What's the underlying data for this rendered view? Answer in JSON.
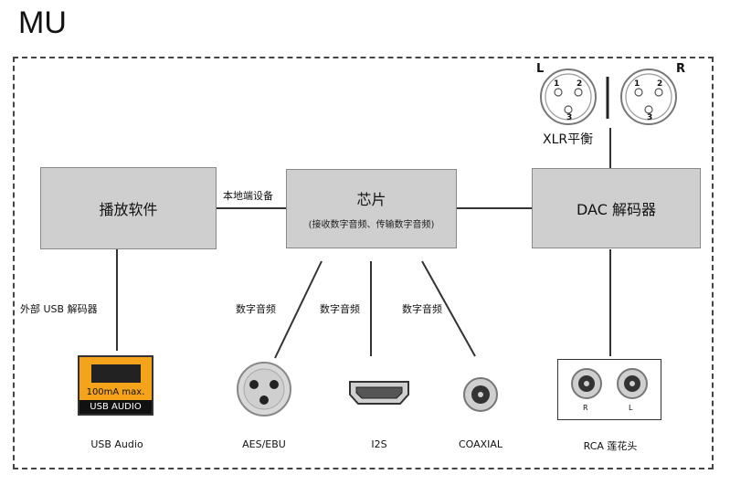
{
  "title": "MU",
  "boxes": {
    "player": "播放软件",
    "chip_main": "芯片",
    "chip_sub": "(接收数字音频、传输数字音频)",
    "dac": "DAC 解码器"
  },
  "edge_labels": {
    "local_device": "本地端设备",
    "external_usb": "外部 USB 解码器",
    "digital_audio": "数字音频",
    "xlr_balanced": "XLR平衡"
  },
  "xlr": {
    "left_label": "L",
    "right_label": "R",
    "pins": [
      "1",
      "2",
      "3"
    ]
  },
  "usb_device": {
    "spec": "100mA max.",
    "badge": "USB AUDIO"
  },
  "rca": {
    "left_label": "R",
    "right_label": "L"
  },
  "outputs": {
    "usb_audio": "USB Audio",
    "aes_ebu": "AES/EBU",
    "i2s": "I2S",
    "coaxial": "COAXIAL",
    "rca": "RCA 莲花头"
  },
  "colors": {
    "box_fill": "#cfcfcf",
    "usb_orange": "#f5a31a",
    "line": "#333333"
  }
}
